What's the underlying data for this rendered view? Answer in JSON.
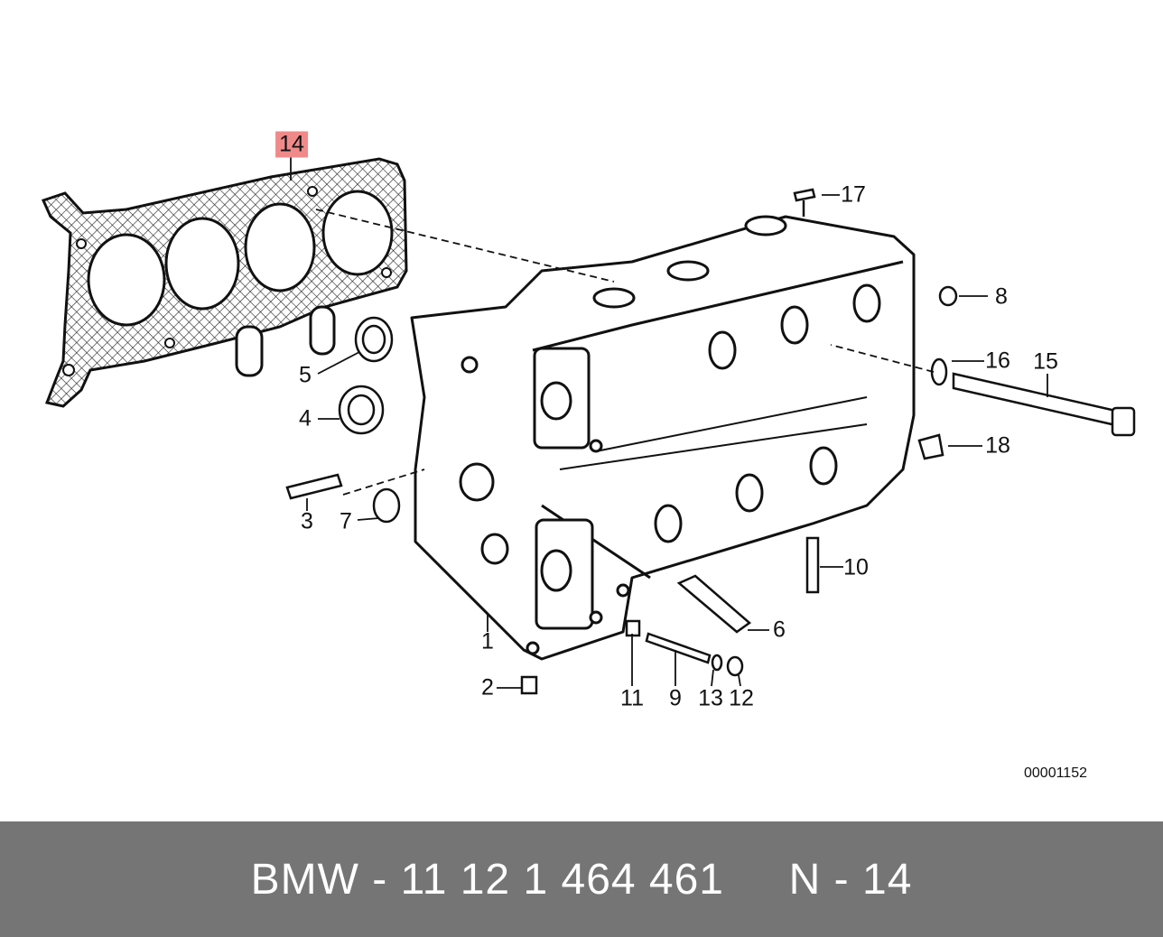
{
  "diagram": {
    "callouts": [
      {
        "id": "c1",
        "label": "1"
      },
      {
        "id": "c2",
        "label": "2"
      },
      {
        "id": "c3",
        "label": "3"
      },
      {
        "id": "c4",
        "label": "4"
      },
      {
        "id": "c5",
        "label": "5"
      },
      {
        "id": "c6",
        "label": "6"
      },
      {
        "id": "c7",
        "label": "7"
      },
      {
        "id": "c8",
        "label": "8"
      },
      {
        "id": "c9",
        "label": "9"
      },
      {
        "id": "c10",
        "label": "10"
      },
      {
        "id": "c11",
        "label": "11"
      },
      {
        "id": "c12",
        "label": "12"
      },
      {
        "id": "c13",
        "label": "13"
      },
      {
        "id": "c14",
        "label": "14",
        "highlighted": true,
        "highlight_color": "#f08a8a"
      },
      {
        "id": "c15",
        "label": "15"
      },
      {
        "id": "c16",
        "label": "16"
      },
      {
        "id": "c17",
        "label": "17"
      },
      {
        "id": "c18",
        "label": "18"
      }
    ],
    "reference_number": "00001152"
  },
  "footer": {
    "text": "BMW - 11 12 1 464 461     N - 14",
    "background_color": "#757575",
    "text_color": "#ffffff"
  }
}
